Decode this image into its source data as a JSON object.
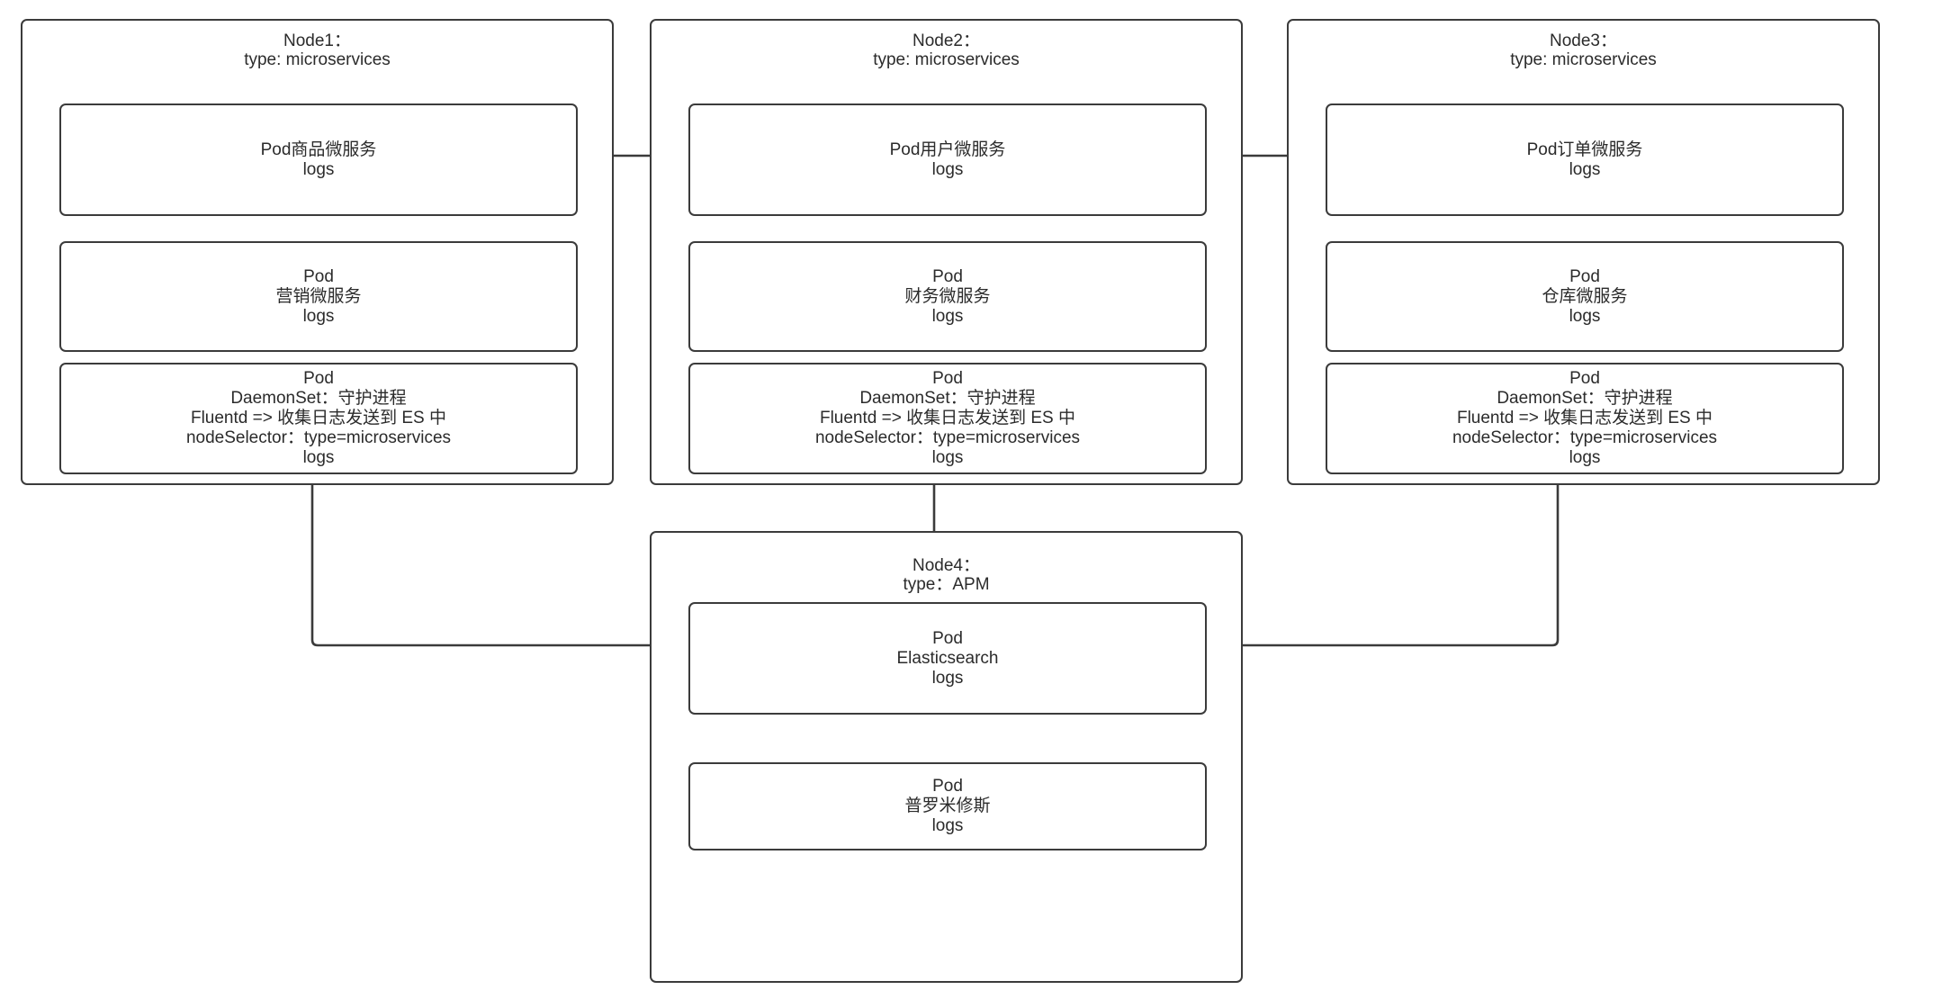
{
  "diagram": {
    "title_hidden": "",
    "stroke_color": "#3b3b3b",
    "text_color": "#2b2b2b",
    "background": "#ffffff"
  },
  "nodes": [
    {
      "id": "node1",
      "title": "Node1：\ntype: microservices",
      "pods": [
        {
          "id": "node1-pod-product",
          "text": "Pod商品微服务\nlogs"
        },
        {
          "id": "node1-pod-marketing",
          "text": "Pod\n营销微服务\nlogs"
        },
        {
          "id": "node1-pod-daemonset",
          "text": "Pod\nDaemonSet：守护进程\nFluentd => 收集日志发送到 ES 中\nnodeSelector：type=microservices\nlogs"
        }
      ]
    },
    {
      "id": "node2",
      "title": "Node2：\ntype: microservices",
      "pods": [
        {
          "id": "node2-pod-user",
          "text": "Pod用户微服务\nlogs"
        },
        {
          "id": "node2-pod-finance",
          "text": "Pod\n财务微服务\nlogs"
        },
        {
          "id": "node2-pod-daemonset",
          "text": "Pod\nDaemonSet：守护进程\nFluentd => 收集日志发送到 ES 中\nnodeSelector：type=microservices\nlogs"
        }
      ]
    },
    {
      "id": "node3",
      "title": "Node3：\ntype: microservices",
      "pods": [
        {
          "id": "node3-pod-order",
          "text": "Pod订单微服务\nlogs"
        },
        {
          "id": "node3-pod-warehouse",
          "text": "Pod\n仓库微服务\nlogs"
        },
        {
          "id": "node3-pod-daemonset",
          "text": "Pod\nDaemonSet：守护进程\nFluentd => 收集日志发送到 ES 中\nnodeSelector：type=microservices\nlogs"
        }
      ]
    },
    {
      "id": "node4",
      "title": "Node4：\ntype：APM",
      "pods": [
        {
          "id": "node4-pod-elasticsearch",
          "text": "Pod\nElasticsearch\nlogs"
        },
        {
          "id": "node4-pod-prometheus",
          "text": "Pod\n普罗米修斯\nlogs"
        }
      ]
    }
  ],
  "edges": [
    {
      "id": "edge-node1-to-node2",
      "from": "node1-pod-product",
      "to": "node2-pod-user",
      "arrow": "right"
    },
    {
      "id": "edge-node2-to-node3",
      "from": "node2-pod-user",
      "to": "node3-pod-order",
      "arrow": "right"
    },
    {
      "id": "edge-node3-order-to-warehouse",
      "from": "node3-pod-order",
      "to": "node3-pod-warehouse",
      "arrow": "left"
    },
    {
      "id": "edge-node1-daemonset-to-elasticsearch",
      "from": "node1-pod-daemonset",
      "to": "node4-pod-elasticsearch",
      "arrow": "right"
    },
    {
      "id": "edge-node2-daemonset-to-elasticsearch",
      "from": "node2-pod-daemonset",
      "to": "node4-pod-elasticsearch",
      "arrow": "down"
    },
    {
      "id": "edge-node3-daemonset-to-elasticsearch",
      "from": "node3-pod-daemonset",
      "to": "node4-pod-elasticsearch",
      "arrow": "left"
    }
  ]
}
